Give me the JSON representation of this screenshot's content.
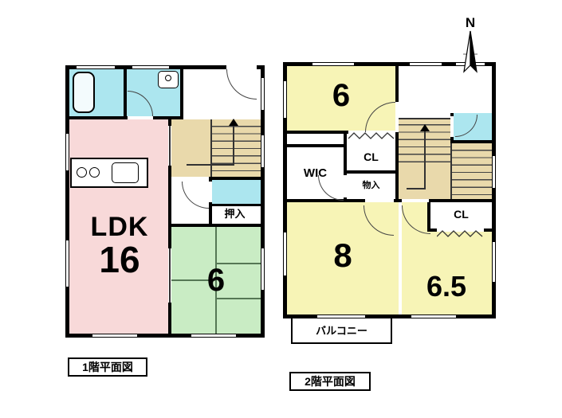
{
  "palette": {
    "wall": "#000000",
    "ldk_pink": "#f8d9d9",
    "tatami_green": "#c9ecc4",
    "room_yellow": "#f7f4b6",
    "water_cyan": "#ace6ef",
    "stairs_beige": "#e9d9ab",
    "line": "#333333",
    "background": "#ffffff"
  },
  "compass": {
    "north": "N"
  },
  "floor1": {
    "caption": "1階平面図",
    "rooms": {
      "ldk": {
        "name": "LDK",
        "size": "16"
      },
      "tatami": {
        "size": "6"
      },
      "oshiire": "押入"
    }
  },
  "floor2": {
    "caption": "2階平面図",
    "rooms": {
      "bedroom_top": {
        "size": "6"
      },
      "bedroom_left": {
        "size": "8"
      },
      "bedroom_right": {
        "size": "6.5"
      },
      "wic": "WIC",
      "closet_hall": "CL",
      "closet_bedroom_right": "CL",
      "storage": "物入",
      "balcony": "バルコニー"
    }
  }
}
